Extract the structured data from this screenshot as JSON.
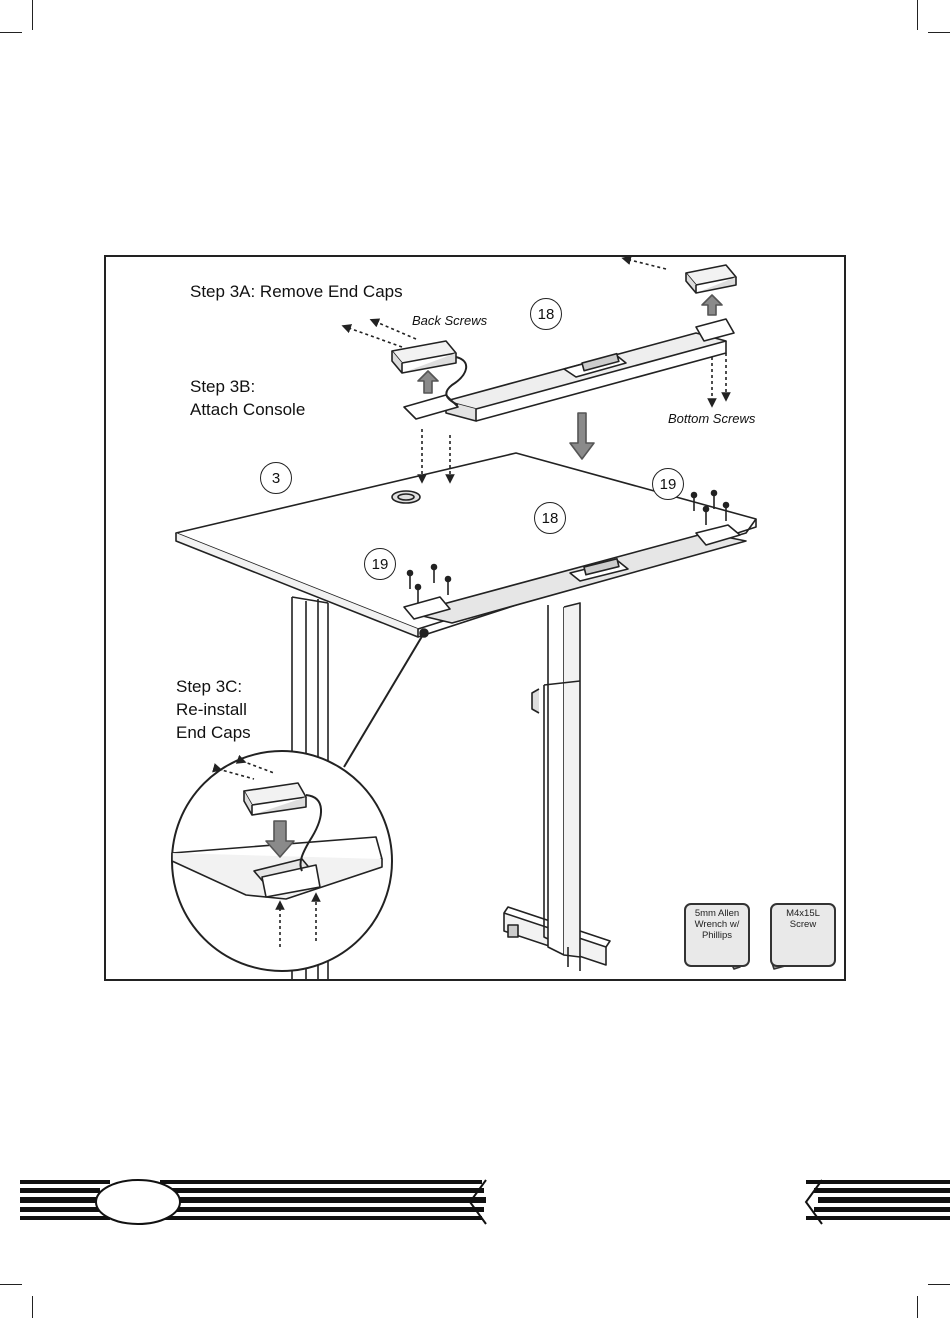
{
  "steps": {
    "step_3a": "Step 3A: Remove End Caps",
    "step_3b": "Step 3B:\nAttach Console",
    "step_3c": "Step 3C:\nRe-install\nEnd Caps"
  },
  "labels": {
    "back_screws": "Back Screws",
    "bottom_screws": "Bottom Screws"
  },
  "callouts": {
    "part_18_top": "18",
    "part_3": "3",
    "part_18_desk": "18",
    "part_19_right": "19",
    "part_19_left": "19"
  },
  "tools": {
    "allen_wrench": "5mm Allen\nWrench w/\nPhillips",
    "screw": "M4x15L\nScrew"
  },
  "colors": {
    "line": "#222222",
    "fill_light": "#f2f2f2",
    "arrow_gray": "#8a8a8a",
    "tool_bg": "#e9e9e9"
  }
}
